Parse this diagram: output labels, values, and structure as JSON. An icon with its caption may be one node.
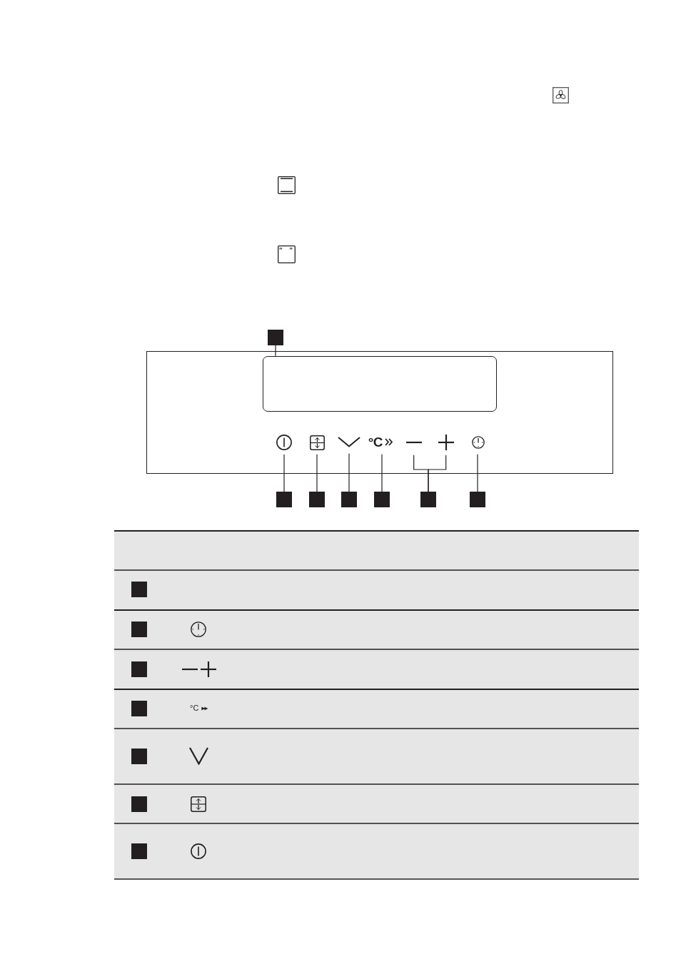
{
  "diagram": {
    "nodes": [
      {
        "text": [],
        "shape": "box"
      },
      {
        "text": [],
        "shape": "box"
      },
      {
        "text": [],
        "shape": "box",
        "in": 1
      },
      {
        "text": [],
        "shape": "picture",
        "in": 1
      },
      {
        "text": [],
        "shape": "picture",
        "in": 1
      },
      {
        "text": [],
        "shape": "picture",
        "in": 1
      },
      {
        "text": [
          "°C"
        ],
        "in": 1
      },
      {
        "text": [],
        "shape": "picture",
        "in": 1
      },
      {
        "text": [],
        "shape": "picture",
        "in": 1
      },
      {
        "text": [],
        "shape": "picture",
        "in": 1
      },
      {
        "text": [],
        "shape": "box"
      },
      {
        "text": [],
        "shape": "box"
      },
      {
        "text": [],
        "shape": "box"
      },
      {
        "text": [],
        "shape": "box"
      },
      {
        "text": [],
        "shape": "box"
      },
      {
        "text": [],
        "shape": "box"
      },
      {
        "text": [],
        "shape": "box"
      },
      {
        "text": [],
        "shape": "box"
      },
      {
        "text": [],
        "shape": "box"
      },
      {
        "text": [],
        "shape": "box"
      },
      {
        "text": [],
        "shape": "box"
      },
      {
        "text": [],
        "shape": "box"
      },
      {
        "text": [],
        "shape": "box"
      }
    ],
    "edges": [
      {
        "from": 0,
        "to": 2,
        "arrow": "none"
      },
      {
        "from": 10,
        "to": 3,
        "arrow": "none"
      },
      {
        "from": 11,
        "to": 4,
        "arrow": "none"
      },
      {
        "from": 12,
        "to": 5,
        "arrow": "none"
      },
      {
        "from": 13,
        "to": 6,
        "arrow": "none"
      },
      {
        "from": 14,
        "to": 7,
        "arrow": "none"
      },
      {
        "from": 14,
        "to": 8,
        "arrow": "none"
      },
      {
        "from": 15,
        "to": 9,
        "arrow": "none"
      }
    ],
    "labels": [
      "°C"
    ]
  }
}
